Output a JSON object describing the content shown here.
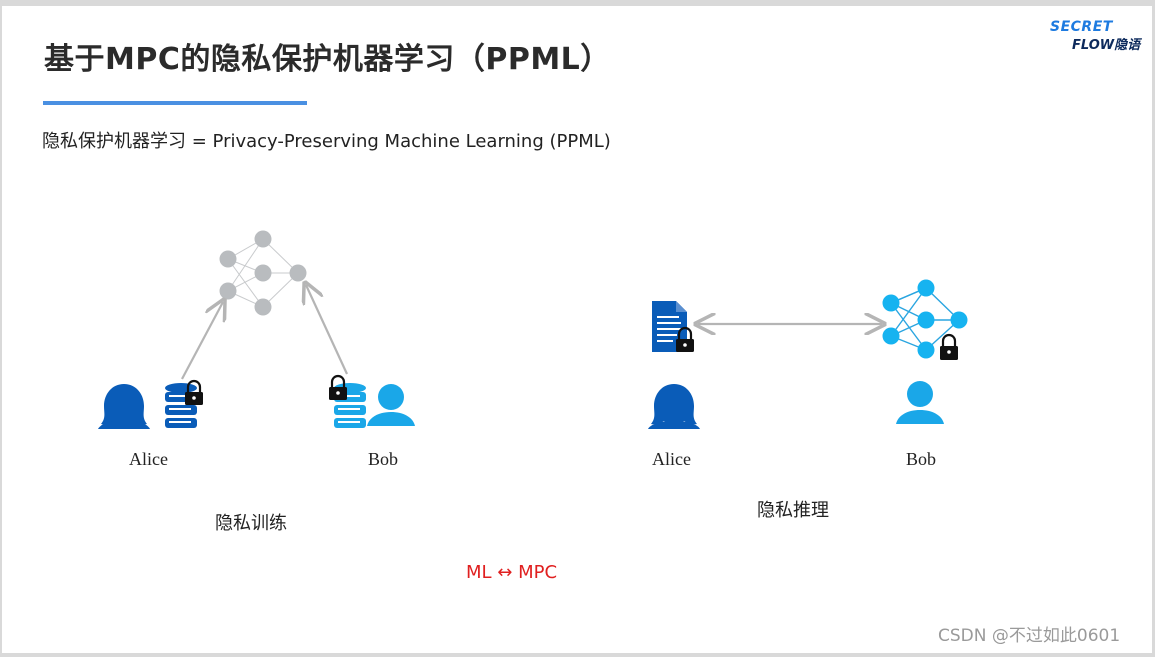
{
  "header": {
    "title": "基于MPC的隐私保护机器学习（PPML）",
    "logo_top": "SECRET",
    "logo_bottom": "FLOW隐语"
  },
  "subtitle": "隐私保护机器学习 = Privacy-Preserving Machine Learning (PPML)",
  "training": {
    "label": "隐私训练",
    "party_a": "Alice",
    "party_b": "Bob"
  },
  "inference": {
    "label": "隐私推理",
    "party_a": "Alice",
    "party_b": "Bob"
  },
  "footer": {
    "ml_mpc": "ML ↔ MPC",
    "watermark": "CSDN @不过如此0601"
  },
  "colors": {
    "accent": "#4a90e2",
    "dark_blue": "#0a5cb8",
    "light_blue": "#1aa7e8",
    "gray_network": "#b9bcbf",
    "red": "#e02020"
  }
}
